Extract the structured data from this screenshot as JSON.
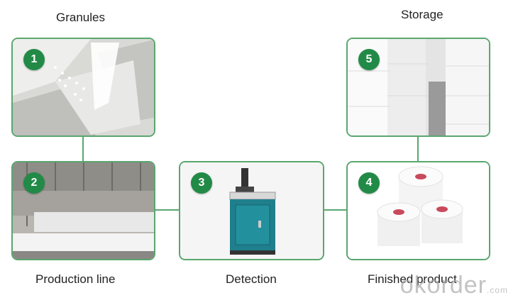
{
  "steps": [
    {
      "num": "1",
      "label": "Granules"
    },
    {
      "num": "2",
      "label": "Production line"
    },
    {
      "num": "3",
      "label": "Detection"
    },
    {
      "num": "4",
      "label": "Finished product"
    },
    {
      "num": "5",
      "label": "Storage"
    }
  ],
  "watermark": {
    "brand": "okorder",
    "suffix": ".com"
  },
  "colors": {
    "accent": "#228a47",
    "border": "#5aa66f"
  }
}
